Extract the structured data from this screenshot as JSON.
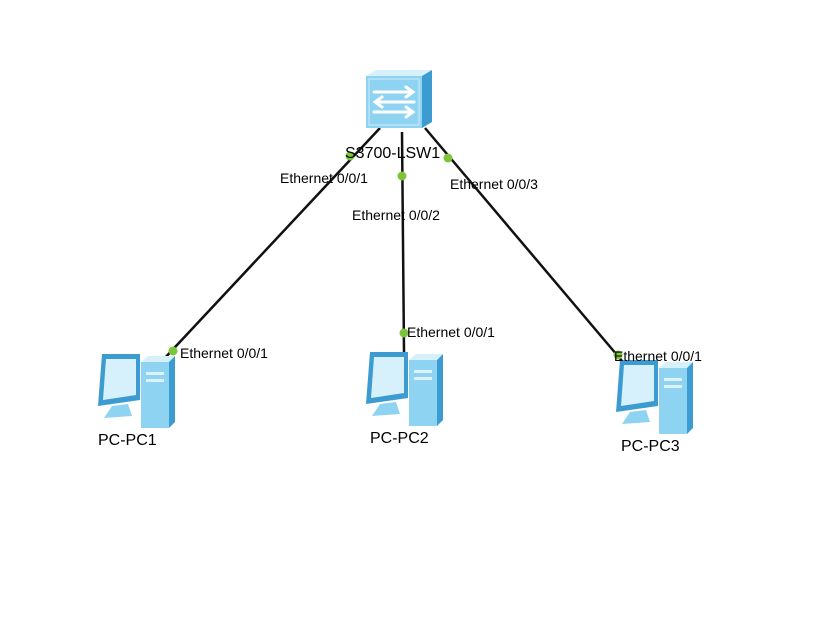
{
  "colors": {
    "link": "#111111",
    "port_dot": "#7cc43a",
    "device_body": "#8fd3f2",
    "device_dark": "#3c9bd1",
    "device_light": "#d6f1fb"
  },
  "devices": [
    {
      "id": "sw",
      "name": "S3700-LSW1",
      "type": "switch",
      "icon": "switch-icon"
    },
    {
      "id": "pc1",
      "name": "PC-PC1",
      "type": "pc",
      "icon": "pc-icon"
    },
    {
      "id": "pc2",
      "name": "PC-PC2",
      "type": "pc",
      "icon": "pc-icon"
    },
    {
      "id": "pc3",
      "name": "PC-PC3",
      "type": "pc",
      "icon": "pc-icon"
    }
  ],
  "links": [
    {
      "from": "sw",
      "from_port": "Ethernet 0/0/1",
      "to": "pc1",
      "to_port": "Ethernet 0/0/1"
    },
    {
      "from": "sw",
      "from_port": "Ethernet 0/0/2",
      "to": "pc2",
      "to_port": "Ethernet 0/0/1"
    },
    {
      "from": "sw",
      "from_port": "Ethernet 0/0/3",
      "to": "pc3",
      "to_port": "Ethernet 0/0/1"
    }
  ]
}
